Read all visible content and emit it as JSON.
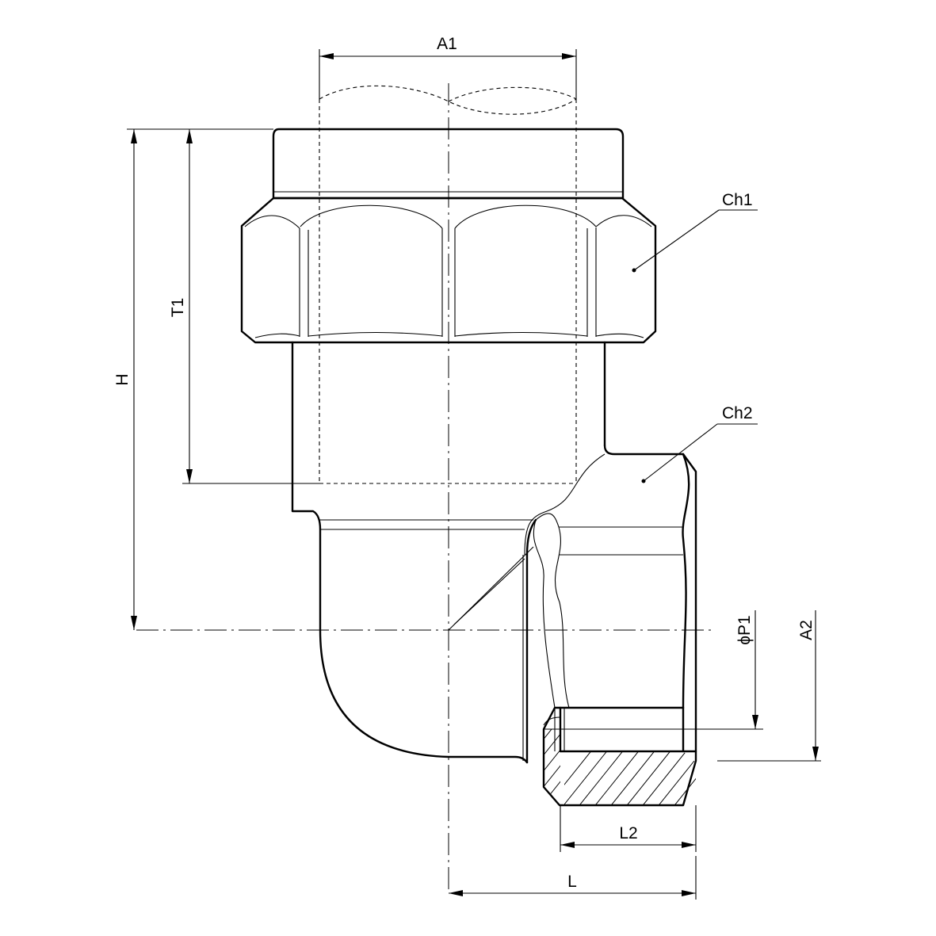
{
  "labels": {
    "a1": "A1",
    "t1": "T1",
    "h": "H",
    "ch1": "Ch1",
    "ch2": "Ch2",
    "p1": "ϕP1",
    "a2": "A2",
    "l2": "L2",
    "l": "L"
  }
}
